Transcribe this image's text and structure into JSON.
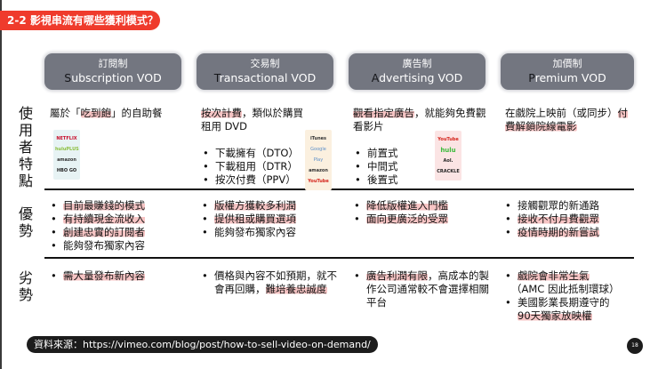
{
  "title": "2-2 影視串流有哪些獲利模式？",
  "columns": [
    {
      "zh": "訂閱制",
      "en_initial": "S",
      "en_rest": "ubscription VOD"
    },
    {
      "zh": "交易制",
      "en_initial": "T",
      "en_rest": "ransactional VOD"
    },
    {
      "zh": "廣告制",
      "en_initial": "A",
      "en_rest": "dvertising VOD"
    },
    {
      "zh": "加價制",
      "en_initial": "P",
      "en_rest": "remium VOD"
    }
  ],
  "row_labels": {
    "user_traits": [
      "使",
      "用",
      "者",
      "特",
      "點"
    ],
    "advantages": [
      "優",
      "勢"
    ],
    "disadvantages": [
      "劣",
      "勢"
    ]
  },
  "user_traits": {
    "svod": {
      "pre": "屬於「",
      "hl": "吃到飽",
      "post": "」的自助餐"
    },
    "tvod": {
      "hl": "按次計費",
      "post": "，類似於購買租用 DVD",
      "bullets": [
        "下載擁有（DTO）",
        "下載租用（DTR）",
        "按次付費（PPV）"
      ]
    },
    "avod": {
      "hl": "觀看指定廣告",
      "post": "，就能夠免費觀看影片",
      "bullets": [
        "前置式",
        "中間式",
        "後置式"
      ]
    },
    "pvod": {
      "pre": "在戲院上映前（或同步）",
      "hl": "付費解鎖院線電影"
    }
  },
  "logos": {
    "svod": [
      "NETFLIX",
      "huluPLUS",
      "amazon",
      "HBO GO"
    ],
    "tvod": [
      "iTunes",
      "Google Play",
      "amazon",
      "YouTube"
    ],
    "avod": [
      "YouTube",
      "hulu",
      "Aol.",
      "CRACKLE"
    ]
  },
  "advantages": {
    "svod": [
      {
        "text": "目前最賺錢的模式",
        "hl": true
      },
      {
        "text": "有持續現金流收入",
        "hl": true
      },
      {
        "text": "創建忠實的訂閱者",
        "hl": true
      },
      {
        "text": "能夠發布獨家內容",
        "hl": false
      }
    ],
    "tvod": [
      {
        "text": "版權方獲較多利潤",
        "hl": true
      },
      {
        "text": "提供租或購買選項",
        "hl": true
      },
      {
        "text": "能夠發布獨家內容",
        "hl": false
      }
    ],
    "avod": [
      {
        "text": "降低版權進入門檻",
        "hl": true
      },
      {
        "text": "面向更廣泛的受眾",
        "hl": true
      }
    ],
    "pvod": [
      {
        "text": "接觸觀眾的新通路",
        "hl": false
      },
      {
        "text": "接收不付月費觀眾",
        "hl": true
      },
      {
        "text": "疫情時期的新嘗試",
        "hl": true
      }
    ]
  },
  "disadvantages": {
    "svod": [
      {
        "text": "需大量發布新內容",
        "hl": true
      }
    ],
    "tvod": {
      "pre": "價格與內容不如預期，就不會再回購，",
      "hl": "難培養忠誠度"
    },
    "avod": {
      "hl": "廣告利潤有限",
      "post": "，高成本的製作公司通常較不會選擇相關平台"
    },
    "pvod": {
      "b1_hl": "戲院會非常生氣",
      "b1_note": "（AMC 因此抵制環球）",
      "b2_pre": "美國影業長期遵守的",
      "b2_hl": "90天獨家放映權"
    }
  },
  "source": "資料來源：https://vimeo.com/blog/post/how-to-sell-video-on-demand/",
  "page_number": "18",
  "colors": {
    "title_bg": "#ef3b2c",
    "header_bg": "#737680",
    "highlight": "#f6c4c4",
    "source_bg": "#1c1c1c"
  }
}
